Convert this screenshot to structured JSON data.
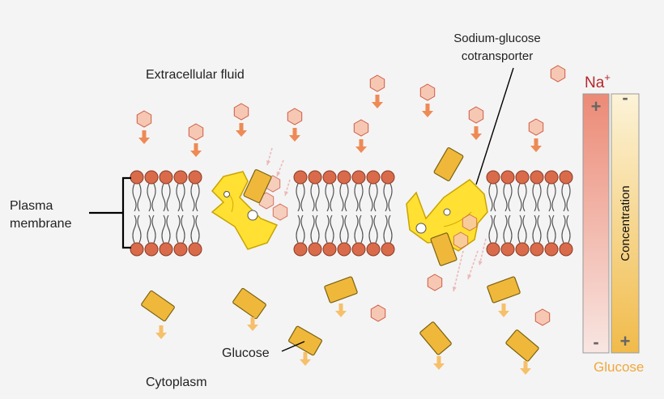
{
  "labels": {
    "extracellular": "Extracellular fluid",
    "cytoplasm": "Cytoplasm",
    "plasma_membrane_line1": "Plasma",
    "plasma_membrane_line2": "membrane",
    "transporter_line1": "Sodium-glucose",
    "transporter_line2": "cotransporter",
    "glucose": "Glucose"
  },
  "gradient_bars": {
    "sodium_symbol": "Na",
    "sodium_charge": "+",
    "axis_label": "Concentration",
    "glucose_label": "Glucose",
    "plus_sign": "+",
    "minus_sign": "-"
  },
  "colors": {
    "background": "#f4f4f4",
    "sodium": "#f6c8b3",
    "sodium_arrow": "#ee8a55",
    "glucose": "#f0b83a",
    "glucose_arrow": "#f6c06a",
    "protein": "#ffe033",
    "phospholipid_head": "#d96b4b",
    "sodium_label": "#b5262a",
    "glucose_label": "#f0a83c"
  },
  "icons": [
    "sodium-ion-icon",
    "glucose-molecule-icon",
    "down-arrow-icon",
    "cotransporter-protein-icon",
    "phospholipid-icon"
  ]
}
